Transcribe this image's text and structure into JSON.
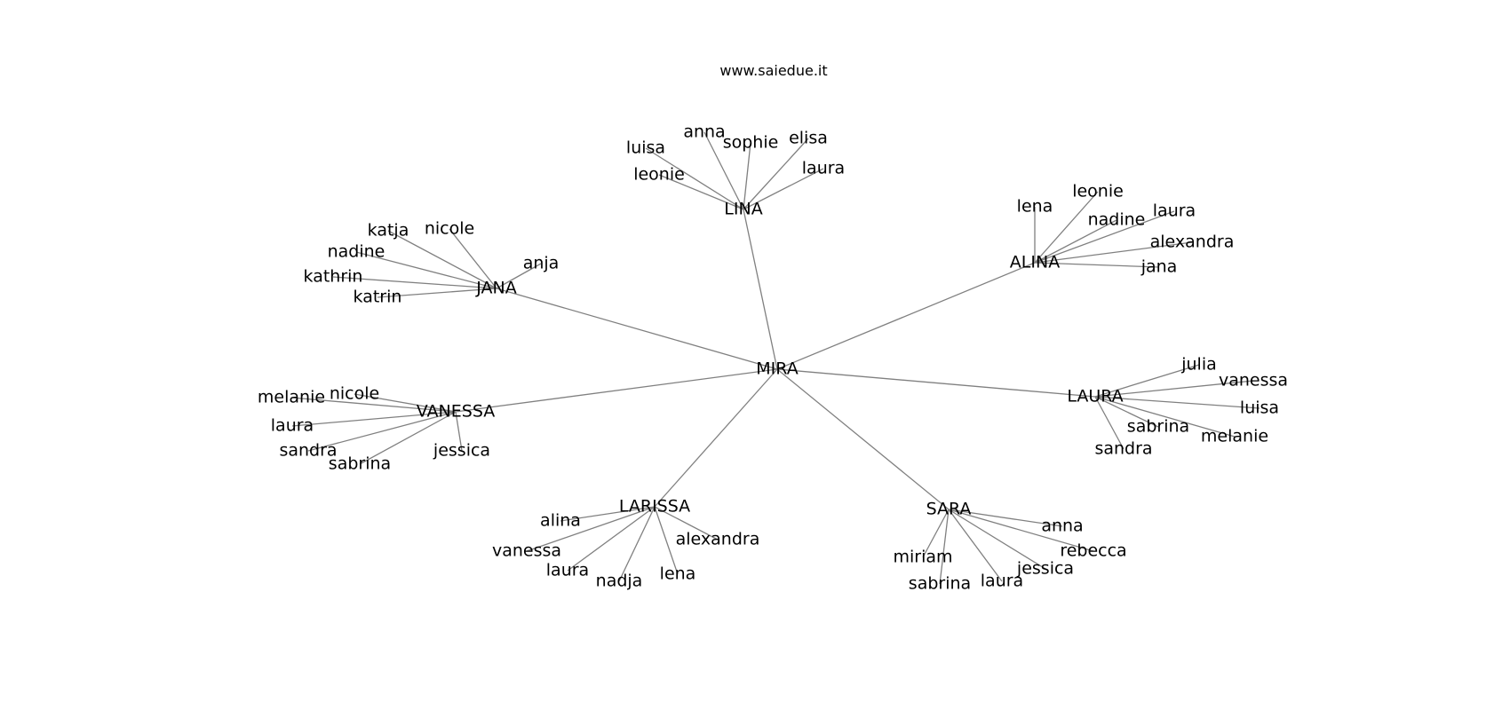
{
  "title": "www.saiedue.it",
  "colors": {
    "edge": "#808080",
    "text": "#000000",
    "background": "#ffffff"
  },
  "graph": {
    "center": "MIRA",
    "clusters": [
      {
        "name": "LINA",
        "leaves": [
          "anna",
          "sophie",
          "elisa",
          "luisa",
          "leonie",
          "laura"
        ]
      },
      {
        "name": "ALINA",
        "leaves": [
          "leonie",
          "lena",
          "nadine",
          "laura",
          "alexandra",
          "jana"
        ]
      },
      {
        "name": "JANA",
        "leaves": [
          "katja",
          "nicole",
          "nadine",
          "anja",
          "kathrin",
          "katrin"
        ]
      },
      {
        "name": "VANESSA",
        "leaves": [
          "melanie",
          "nicole",
          "laura",
          "sandra",
          "sabrina",
          "jessica"
        ]
      },
      {
        "name": "LAURA",
        "leaves": [
          "julia",
          "vanessa",
          "luisa",
          "sabrina",
          "melanie",
          "sandra"
        ]
      },
      {
        "name": "LARISSA",
        "leaves": [
          "alina",
          "vanessa",
          "alexandra",
          "laura",
          "nadja",
          "lena"
        ]
      },
      {
        "name": "SARA",
        "leaves": [
          "anna",
          "miriam",
          "rebecca",
          "jessica",
          "sabrina",
          "laura"
        ]
      }
    ]
  }
}
